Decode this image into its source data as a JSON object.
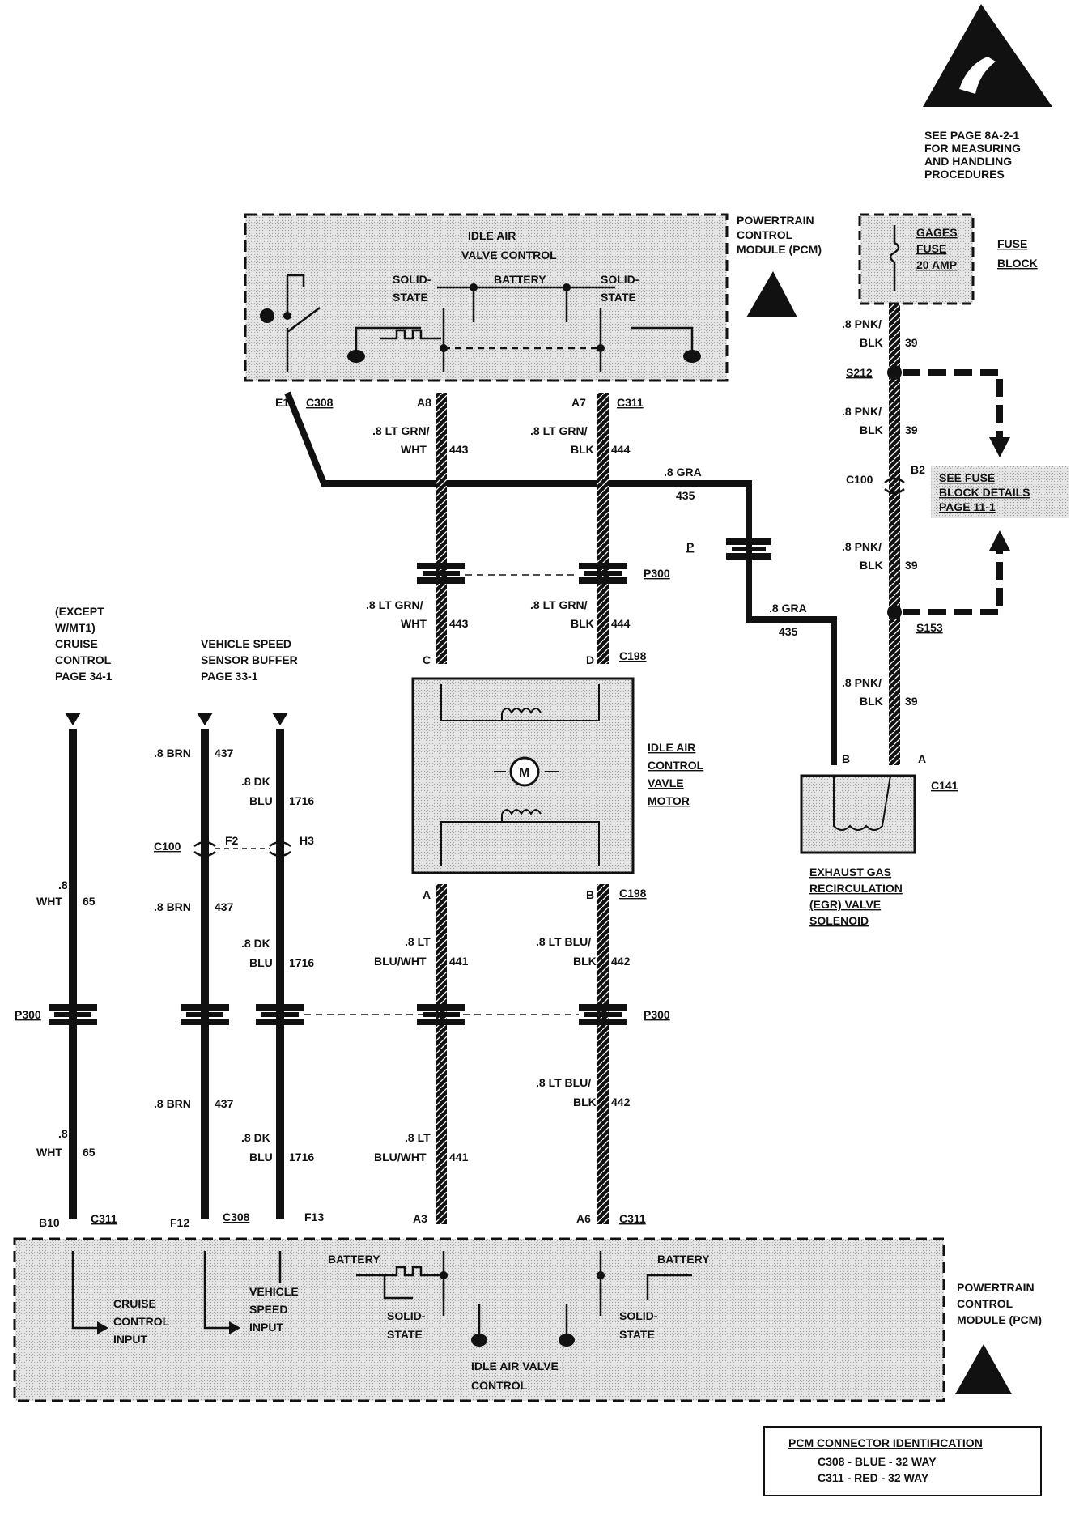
{
  "esd_note": [
    "SEE PAGE 8A-2-1",
    "FOR MEASURING",
    "AND HANDLING",
    "PROCEDURES"
  ],
  "pcm_top": {
    "label": [
      "POWERTRAIN",
      "CONTROL",
      "MODULE (PCM)"
    ],
    "title": [
      "IDLE AIR",
      "VALVE CONTROL"
    ],
    "solid_state_left": [
      "SOLID-",
      "STATE"
    ],
    "solid_state_right": [
      "SOLID-",
      "STATE"
    ],
    "battery": "BATTERY"
  },
  "fuse": {
    "lines": [
      "GAGES",
      "FUSE",
      "20 AMP"
    ],
    "block_label": [
      "FUSE",
      "BLOCK"
    ]
  },
  "connectors": {
    "e1": "E1",
    "c308": "C308",
    "a8": "A8",
    "a7": "A7",
    "c311": "C311",
    "s212": "S212",
    "c100": "C100",
    "b2": "B2",
    "s153": "S153",
    "p300": "P300",
    "p": "P",
    "c": "C",
    "d": "D",
    "c198": "C198",
    "b": "B",
    "a": "A",
    "c141": "C141",
    "f2": "F2",
    "h3": "H3",
    "b10": "B10",
    "f12": "F12",
    "f13": "F13",
    "a3": "A3",
    "a6": "A6"
  },
  "wires": {
    "w443_color": [
      ".8 LT GRN/",
      "WHT"
    ],
    "w443": "443",
    "w444_color": [
      ".8 LT GRN/",
      "BLK"
    ],
    "w444": "444",
    "w435_color": ".8 GRA",
    "w435": "435",
    "w39_color": [
      ".8 PNK/",
      "BLK"
    ],
    "w39": "39",
    "w437_color": ".8 BRN",
    "w437": "437",
    "w1716_color": [
      ".8 DK",
      "BLU"
    ],
    "w1716": "1716",
    "w65_color": [
      ".8",
      "WHT"
    ],
    "w65": "65",
    "w441_color": [
      ".8 LT",
      "BLU/WHT"
    ],
    "w441": "441",
    "w442_color": [
      ".8 LT BLU/",
      "BLK"
    ],
    "w442": "442"
  },
  "see_fuse": [
    "SEE FUSE",
    "BLOCK DETAILS",
    "PAGE 11-1"
  ],
  "cruise_ref": [
    "(EXCEPT",
    "W/MT1)",
    "CRUISE",
    "CONTROL",
    "PAGE  34-1"
  ],
  "vss_ref": [
    "VEHICLE SPEED",
    "SENSOR BUFFER",
    "PAGE 33-1"
  ],
  "iac_motor": [
    "IDLE AIR",
    "CONTROL",
    "VAVLE",
    "MOTOR"
  ],
  "motor_symbol": "M",
  "egr": [
    "EXHAUST GAS",
    "RECIRCULATION",
    "(EGR) VALVE",
    "SOLENOID"
  ],
  "pcm_bottom": {
    "label": [
      "POWERTRAIN",
      "CONTROL",
      "MODULE (PCM)"
    ],
    "cruise_input": [
      "CRUISE",
      "CONTROL",
      "INPUT"
    ],
    "vss_input": [
      "VEHICLE",
      "SPEED",
      "INPUT"
    ],
    "battery_left": "BATTERY",
    "battery_right": "BATTERY",
    "solid_state_left": [
      "SOLID-",
      "STATE"
    ],
    "solid_state_right": [
      "SOLID-",
      "STATE"
    ],
    "iac_control": [
      "IDLE AIR VALVE",
      "CONTROL"
    ]
  },
  "pcm_id": {
    "title": "PCM CONNECTOR IDENTIFICATION",
    "line1": "C308 - BLUE  - 32 WAY",
    "line2": "C311 - RED   - 32 WAY"
  }
}
